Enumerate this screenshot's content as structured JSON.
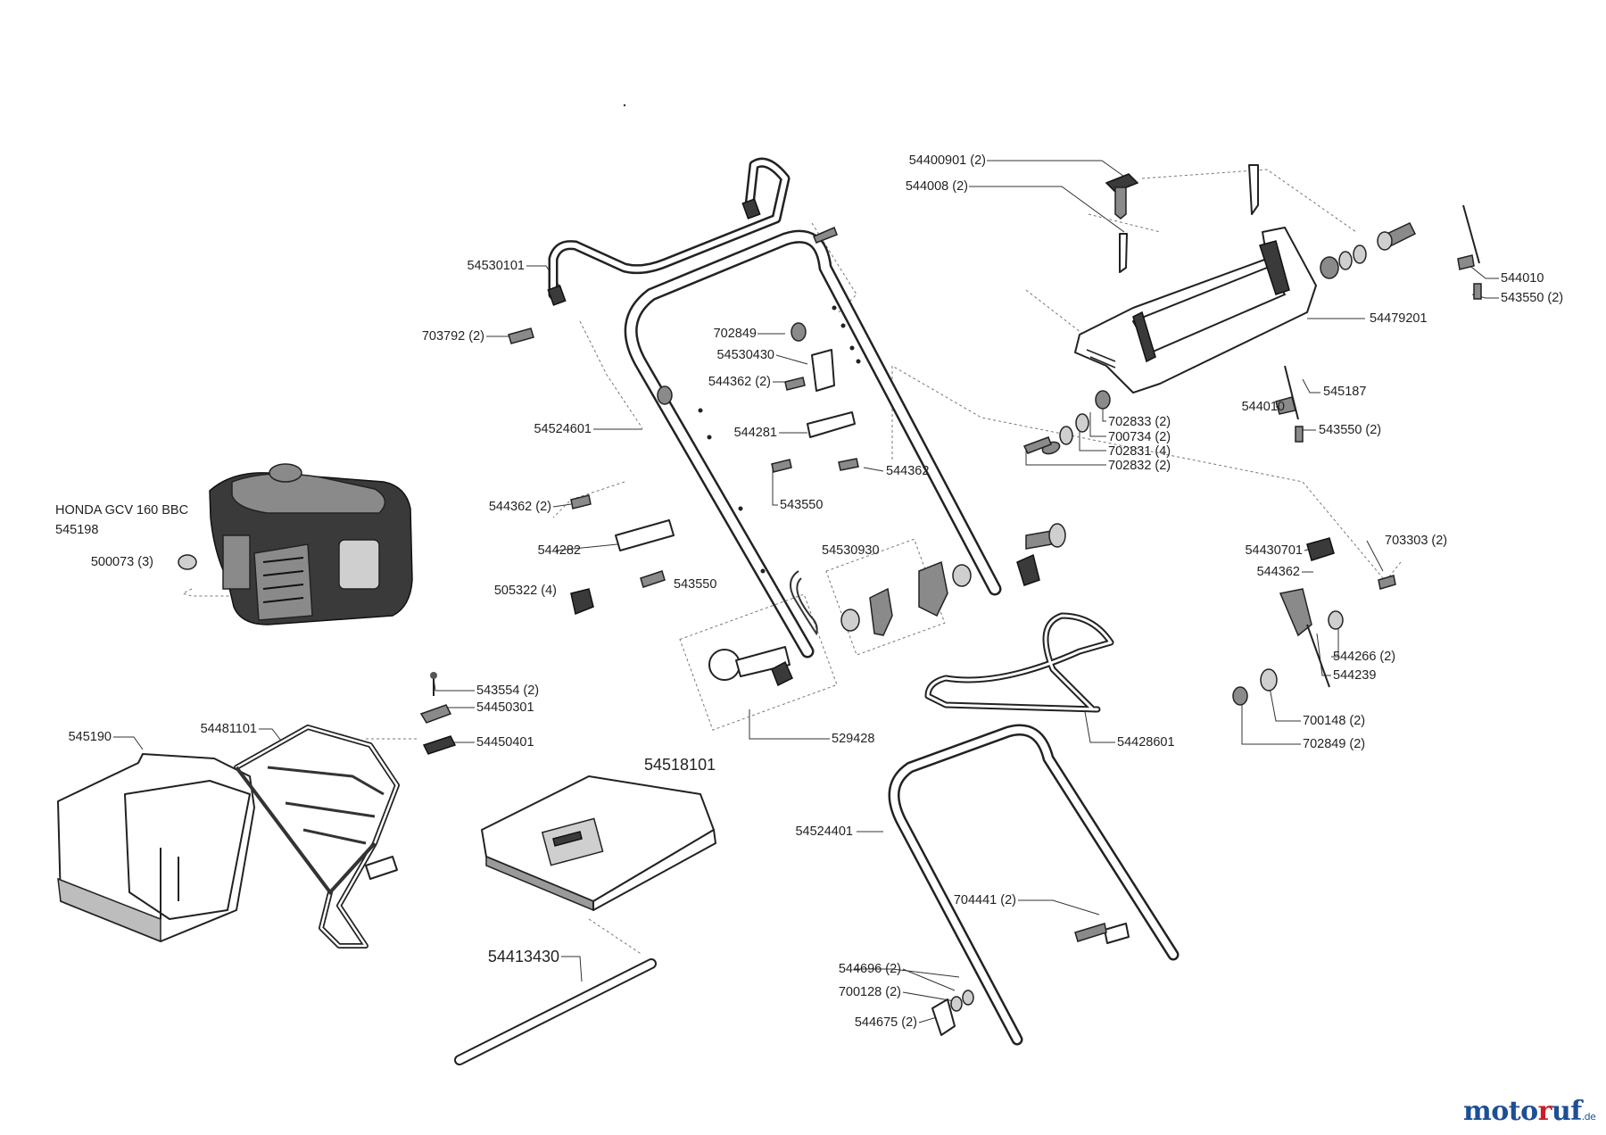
{
  "labels": [
    {
      "id": "54400901",
      "text": "54400901 (2)"
    },
    {
      "id": "544008",
      "text": "544008 (2)"
    },
    {
      "id": "544010a",
      "text": "544010"
    },
    {
      "id": "543550a",
      "text": "543550 (2)"
    },
    {
      "id": "54479201",
      "text": "54479201"
    },
    {
      "id": "545187",
      "text": "545187"
    },
    {
      "id": "544010b",
      "text": "544010"
    },
    {
      "id": "543550b",
      "text": "543550 (2)"
    },
    {
      "id": "702833",
      "text": "702833 (2)"
    },
    {
      "id": "700734",
      "text": "700734 (2)"
    },
    {
      "id": "702831",
      "text": "702831 (4)"
    },
    {
      "id": "702832",
      "text": "702832 (2)"
    },
    {
      "id": "54530101",
      "text": "54530101"
    },
    {
      "id": "703792",
      "text": "703792 (2)"
    },
    {
      "id": "702849a",
      "text": "702849"
    },
    {
      "id": "54530430",
      "text": "54530430"
    },
    {
      "id": "544362a",
      "text": "544362 (2)"
    },
    {
      "id": "54524601",
      "text": "54524601"
    },
    {
      "id": "544281",
      "text": "544281"
    },
    {
      "id": "544362b",
      "text": "544362"
    },
    {
      "id": "543550c",
      "text": "543550"
    },
    {
      "id": "engine",
      "text": "HONDA GCV 160 BBC"
    },
    {
      "id": "545198",
      "text": "545198"
    },
    {
      "id": "500073",
      "text": "500073 (3)"
    },
    {
      "id": "544362c",
      "text": "544362 (2)"
    },
    {
      "id": "544282",
      "text": "544282"
    },
    {
      "id": "54530930",
      "text": "54530930"
    },
    {
      "id": "505322",
      "text": "505322 (4)"
    },
    {
      "id": "543550d",
      "text": "543550"
    },
    {
      "id": "54430701",
      "text": "54430701"
    },
    {
      "id": "703303",
      "text": "703303 (2)"
    },
    {
      "id": "544362d",
      "text": "544362"
    },
    {
      "id": "544266",
      "text": "544266 (2)"
    },
    {
      "id": "544239",
      "text": "544239"
    },
    {
      "id": "700148",
      "text": "700148 (2)"
    },
    {
      "id": "702849b",
      "text": "702849 (2)"
    },
    {
      "id": "54428601",
      "text": "54428601"
    },
    {
      "id": "529428",
      "text": "529428"
    },
    {
      "id": "543554",
      "text": "543554 (2)"
    },
    {
      "id": "54450301",
      "text": "54450301"
    },
    {
      "id": "54450401",
      "text": "54450401"
    },
    {
      "id": "545190",
      "text": "545190"
    },
    {
      "id": "54481101",
      "text": "54481101"
    },
    {
      "id": "54518101",
      "text": "54518101"
    },
    {
      "id": "54524401",
      "text": "54524401"
    },
    {
      "id": "704441",
      "text": "704441 (2)"
    },
    {
      "id": "54413430",
      "text": "54413430"
    },
    {
      "id": "544696",
      "text": "544696 (2)"
    },
    {
      "id": "700128",
      "text": "700128 (2)"
    },
    {
      "id": "544675",
      "text": "544675 (2)"
    }
  ],
  "brand": {
    "part1": "moto",
    "part2": "r",
    "part3": "uf",
    "part4": ".de"
  }
}
